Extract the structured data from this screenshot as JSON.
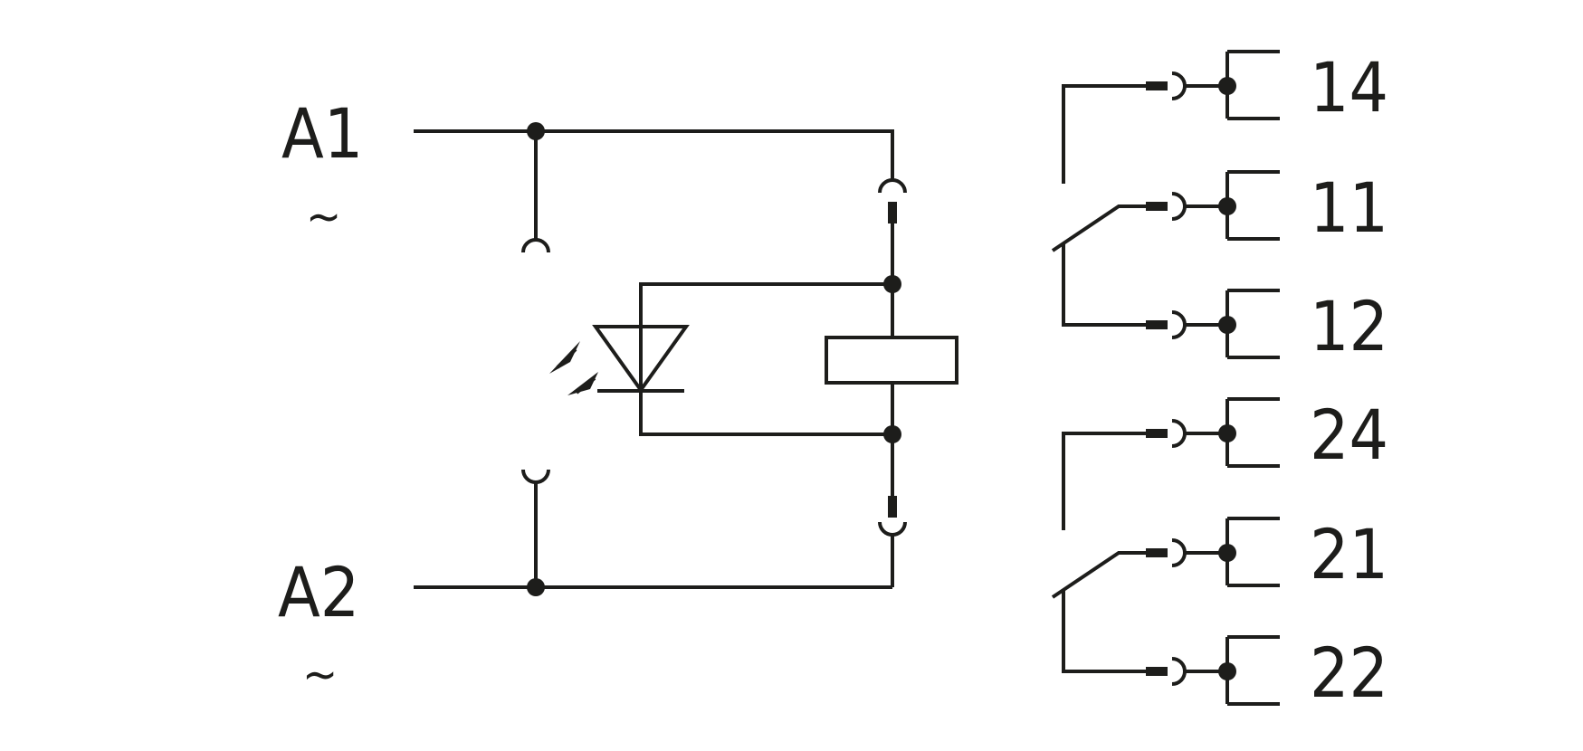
{
  "diagram": {
    "coil_terminals": [
      {
        "id": "A1",
        "label": "A1",
        "supply": "~"
      },
      {
        "id": "A2",
        "label": "A2",
        "supply": "~"
      }
    ],
    "contact_terminals": [
      {
        "id": "t14",
        "label": "14"
      },
      {
        "id": "t11",
        "label": "11"
      },
      {
        "id": "t12",
        "label": "12"
      },
      {
        "id": "t24",
        "label": "24"
      },
      {
        "id": "t21",
        "label": "21"
      },
      {
        "id": "t22",
        "label": "22"
      }
    ],
    "colors": {
      "line": "#1d1d1b",
      "background": "#ffffff"
    }
  }
}
